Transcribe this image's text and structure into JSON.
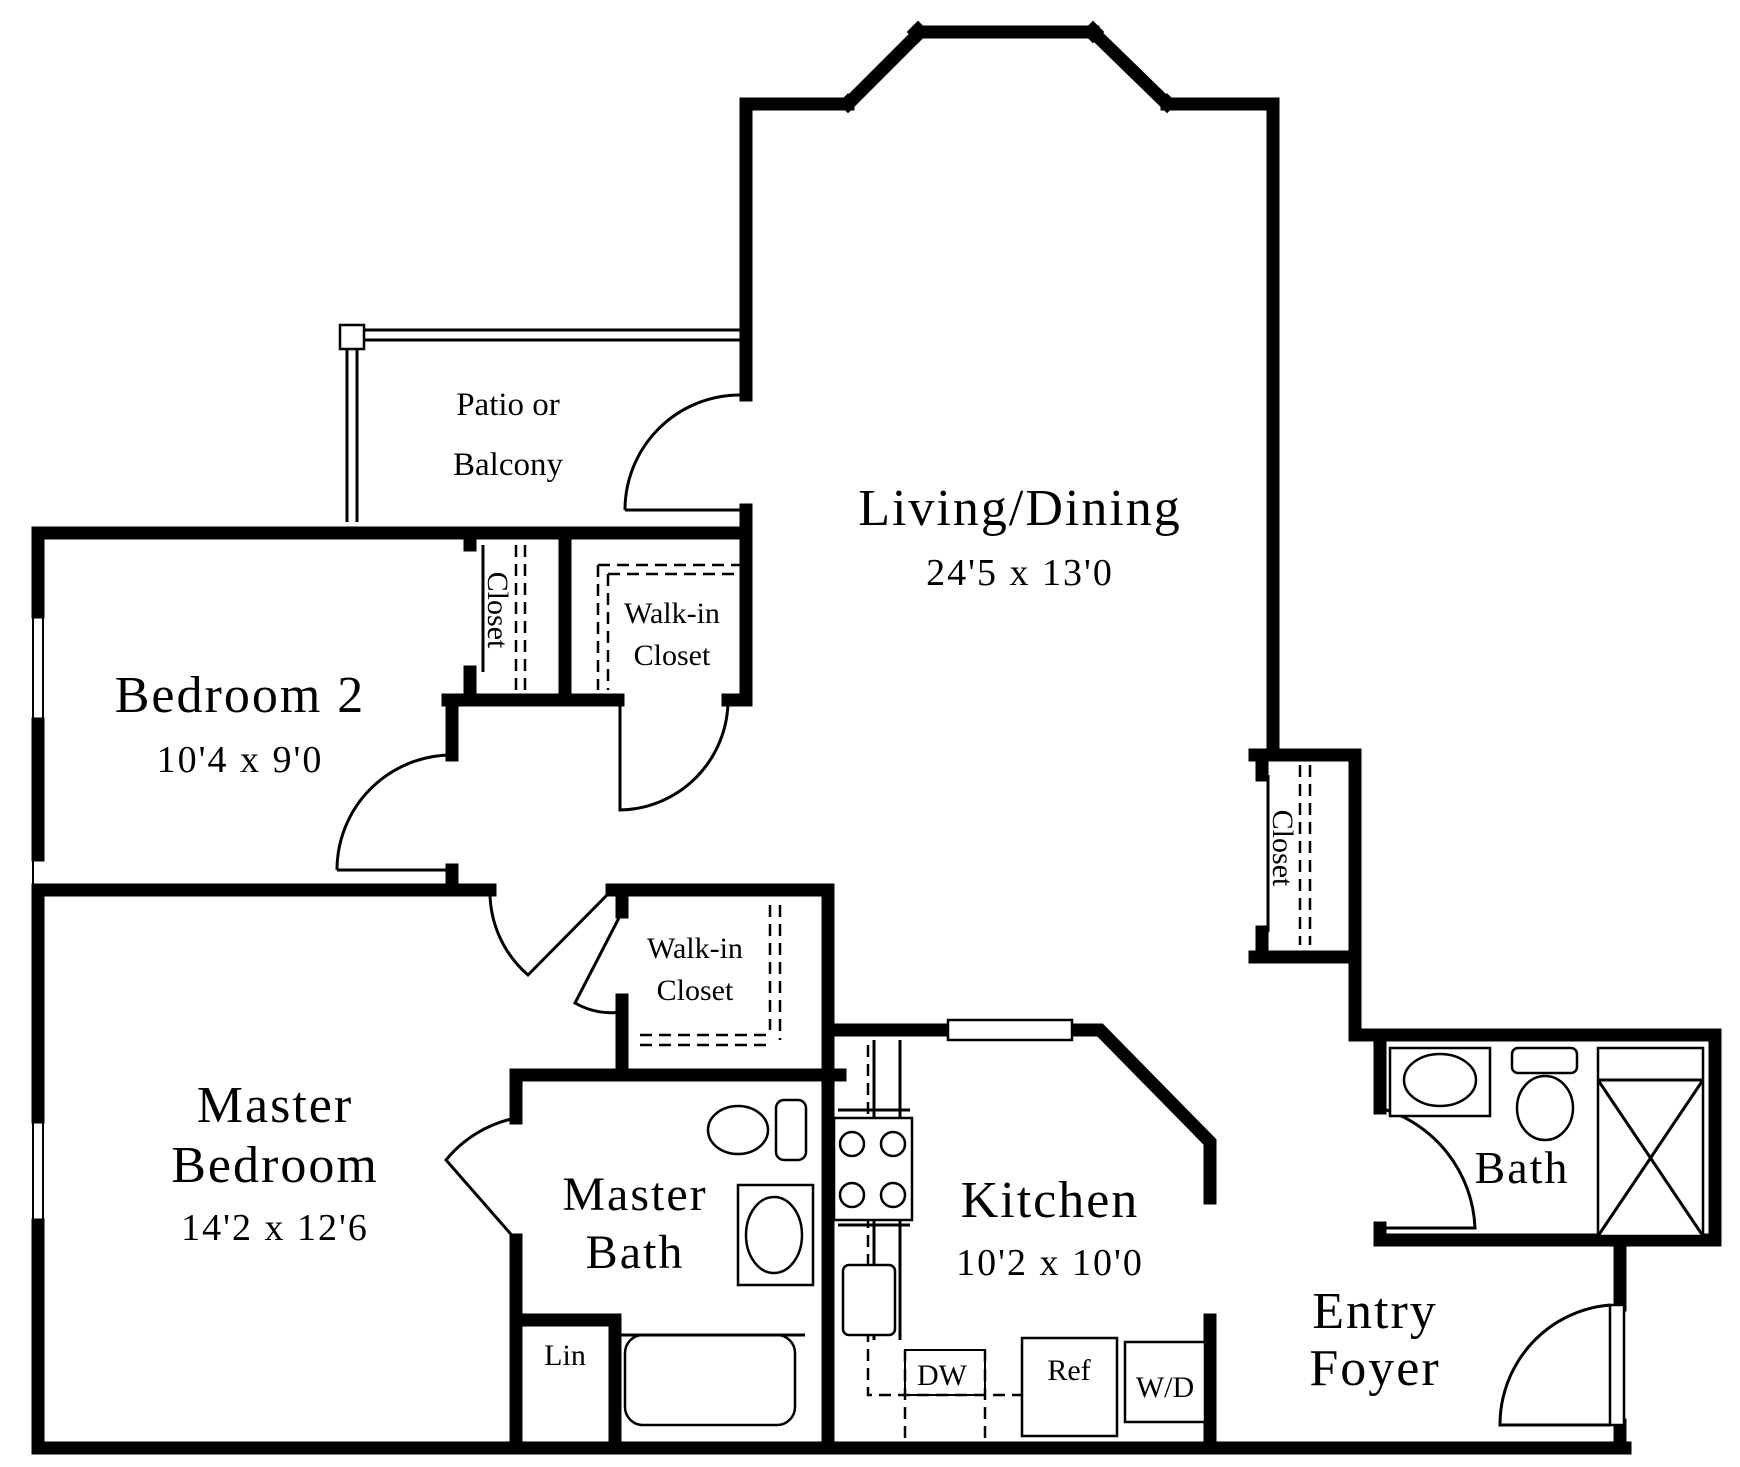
{
  "rooms": {
    "patio": {
      "line1": "Patio or",
      "line2": "Balcony"
    },
    "living": {
      "name": "Living/Dining",
      "dims": "24'5 x 13'0"
    },
    "bedroom2": {
      "name": "Bedroom 2",
      "dims": "10'4 x 9'0"
    },
    "master": {
      "line1": "Master",
      "line2": "Bedroom",
      "dims": "14'2 x 12'6"
    },
    "master_bath": {
      "line1": "Master",
      "line2": "Bath"
    },
    "kitchen": {
      "name": "Kitchen",
      "dims": "10'2 x 10'0"
    },
    "bath": {
      "name": "Bath"
    },
    "entry": {
      "line1": "Entry",
      "line2": "Foyer"
    }
  },
  "closets": {
    "bed2_closet": "Closet",
    "bed2_walkin": {
      "line1": "Walk-in",
      "line2": "Closet"
    },
    "master_walkin": {
      "line1": "Walk-in",
      "line2": "Closet"
    },
    "foyer_closet": "Closet"
  },
  "fixtures": {
    "linen": "Lin",
    "dishwasher": "DW",
    "refrigerator": "Ref",
    "washer_dryer": "W/D"
  }
}
